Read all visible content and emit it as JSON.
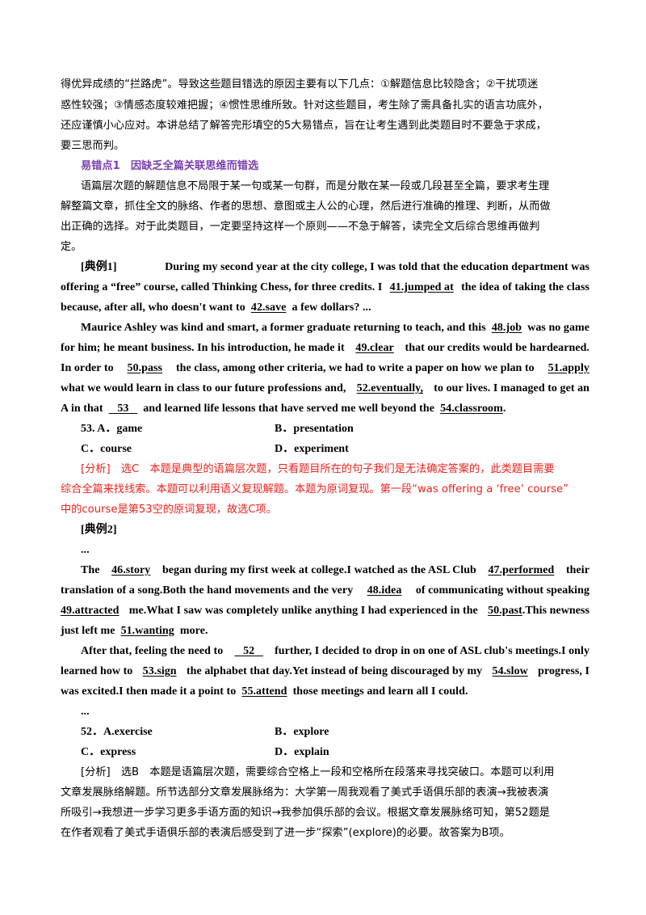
{
  "intro": {
    "l1": "得优异成绩的“拦路虎”。导致这些题目错选的原因主要有以下几点：①解题信息比较隐含；②干扰项迷",
    "l2": "惑性较强；③情感态度较难把握；④惯性思维所致。针对这些题目，考生除了需具备扎实的语言功底外，",
    "l3": "还应谨慎小心应对。本讲总结了解答完形填空的5大易错点，旨在让考生遇到此类题目时不要急于求成，",
    "l4": "要三思而判。"
  },
  "heading": "易错点1　因缺乏全篇关联思维而错选",
  "desc": {
    "l1": "语篇层次题的解题信息不局限于某一句或某一句群，而是分散在某一段或几段甚至全篇，要求考生理",
    "l2": "解整篇文章，抓住全文的脉络、作者的思想、意图或主人公的心理，然后进行准确的推理、判断，从而做",
    "l3": "出正确的选择。对于此类题目，一定要坚持这样一个原则——不急于解答，读完全文后综合思维再做判",
    "l4": "定。"
  },
  "ex1": {
    "label": "[典例1]",
    "p1a": "During my second year at the city college, I was told that the education department was",
    "p1b_pre": "offering a “free” course, called Thinking Chess, for three credits. I",
    "b41": "41.jumped at",
    "p1b_post": "the idea of taking the class",
    "p1c_pre": "because, after all, who doesn't want to",
    "b42": "42.save",
    "p1c_post": "a few dollars? ...",
    "p2a_pre": "Maurice Ashley was kind and smart, a former graduate returning to teach, and this",
    "b48": "48.job",
    "p2a_post": "was no game",
    "p2b_pre": "for him; he meant business. In his introduction, he made it",
    "b49": "49.clear",
    "p2b_post": "that our credits would be hardearned.",
    "p2c_pre": "In order to",
    "b50": "50.pass",
    "p2c_mid": "the class, among other criteria, we had to write a paper on how we plan to",
    "b51": "51.apply",
    "p2d_pre": "what we would learn in class to our future professions and,",
    "b52": "52.eventually,",
    "p2d_post": "to our lives. I managed to get an",
    "p2e_pre": "A in that",
    "b53": "53",
    "p2e_mid": "and learned life lessons that have served me well beyond the",
    "b54": "54.classroom",
    "p2e_end": ".",
    "optA": "53. A．game",
    "optB": "B．presentation",
    "optC": "C．course",
    "optD": "D．experiment",
    "an1": "[分析]　选C　本题是典型的语篇层次题，只看题目所在的句子我们是无法确定答案的，此类题目需要",
    "an2": "综合全篇来找线索。本题可以利用语义复现解题。本题为原词复现。第一段“was offering a ‘free’ course”",
    "an3": "中的course是第53空的原词复现，故选C项。"
  },
  "ex2": {
    "label": "[典例2]",
    "dots1": "...",
    "l1_pre": "The",
    "b46": "46.story",
    "l1_mid": "began during my first week at college.I watched as the ASL Club",
    "b47": "47.performed",
    "l1_post": "their",
    "l2_pre": "translation of a song.Both the hand movements and the very",
    "b48": "48.idea",
    "l2_post": "of communicating without speaking",
    "b49": "49.attracted",
    "l3_mid": "me.What I saw was completely unlike anything I had experienced in the",
    "b50": "50.past",
    "l3_post": ".This newness",
    "l4_pre": "just left me",
    "b51": "51.wanting",
    "l4_post": "more.",
    "l5_pre": "After that, feeling the need to",
    "b52": "52",
    "l5_post": "further, I decided to drop in on one of ASL club's meetings.I only",
    "l6_pre": "learned how to",
    "b53": "53.sign",
    "l6_mid": "the alphabet that day.Yet instead of being discouraged by my",
    "b54": "54.slow",
    "l6_post": "progress, I",
    "l7_pre": "was excited.I then made it a point to",
    "b55": "55.attend",
    "l7_post": "those meetings and learn all I could.",
    "dots2": "...",
    "optA": "52．A.exercise",
    "optB": "B．explore",
    "optC": "C．express",
    "optD": "D．explain",
    "an1": "[分析]　选B　本题是语篇层次题，需要综合空格上一段和空格所在段落来寻找突破口。本题可以利用",
    "an2": "文章发展脉络解题。所节选部分文章发展脉络为：大学第一周我观看了美式手语俱乐部的表演→我被表演",
    "an3": "所吸引→我想进一步学习更多手语方面的知识→我参加俱乐部的会议。根据文章发展脉络可知，第52题是",
    "an4": "在作者观看了美式手语俱乐部的表演后感受到了进一步“探索”(explore)的必要。故答案为B项。"
  }
}
